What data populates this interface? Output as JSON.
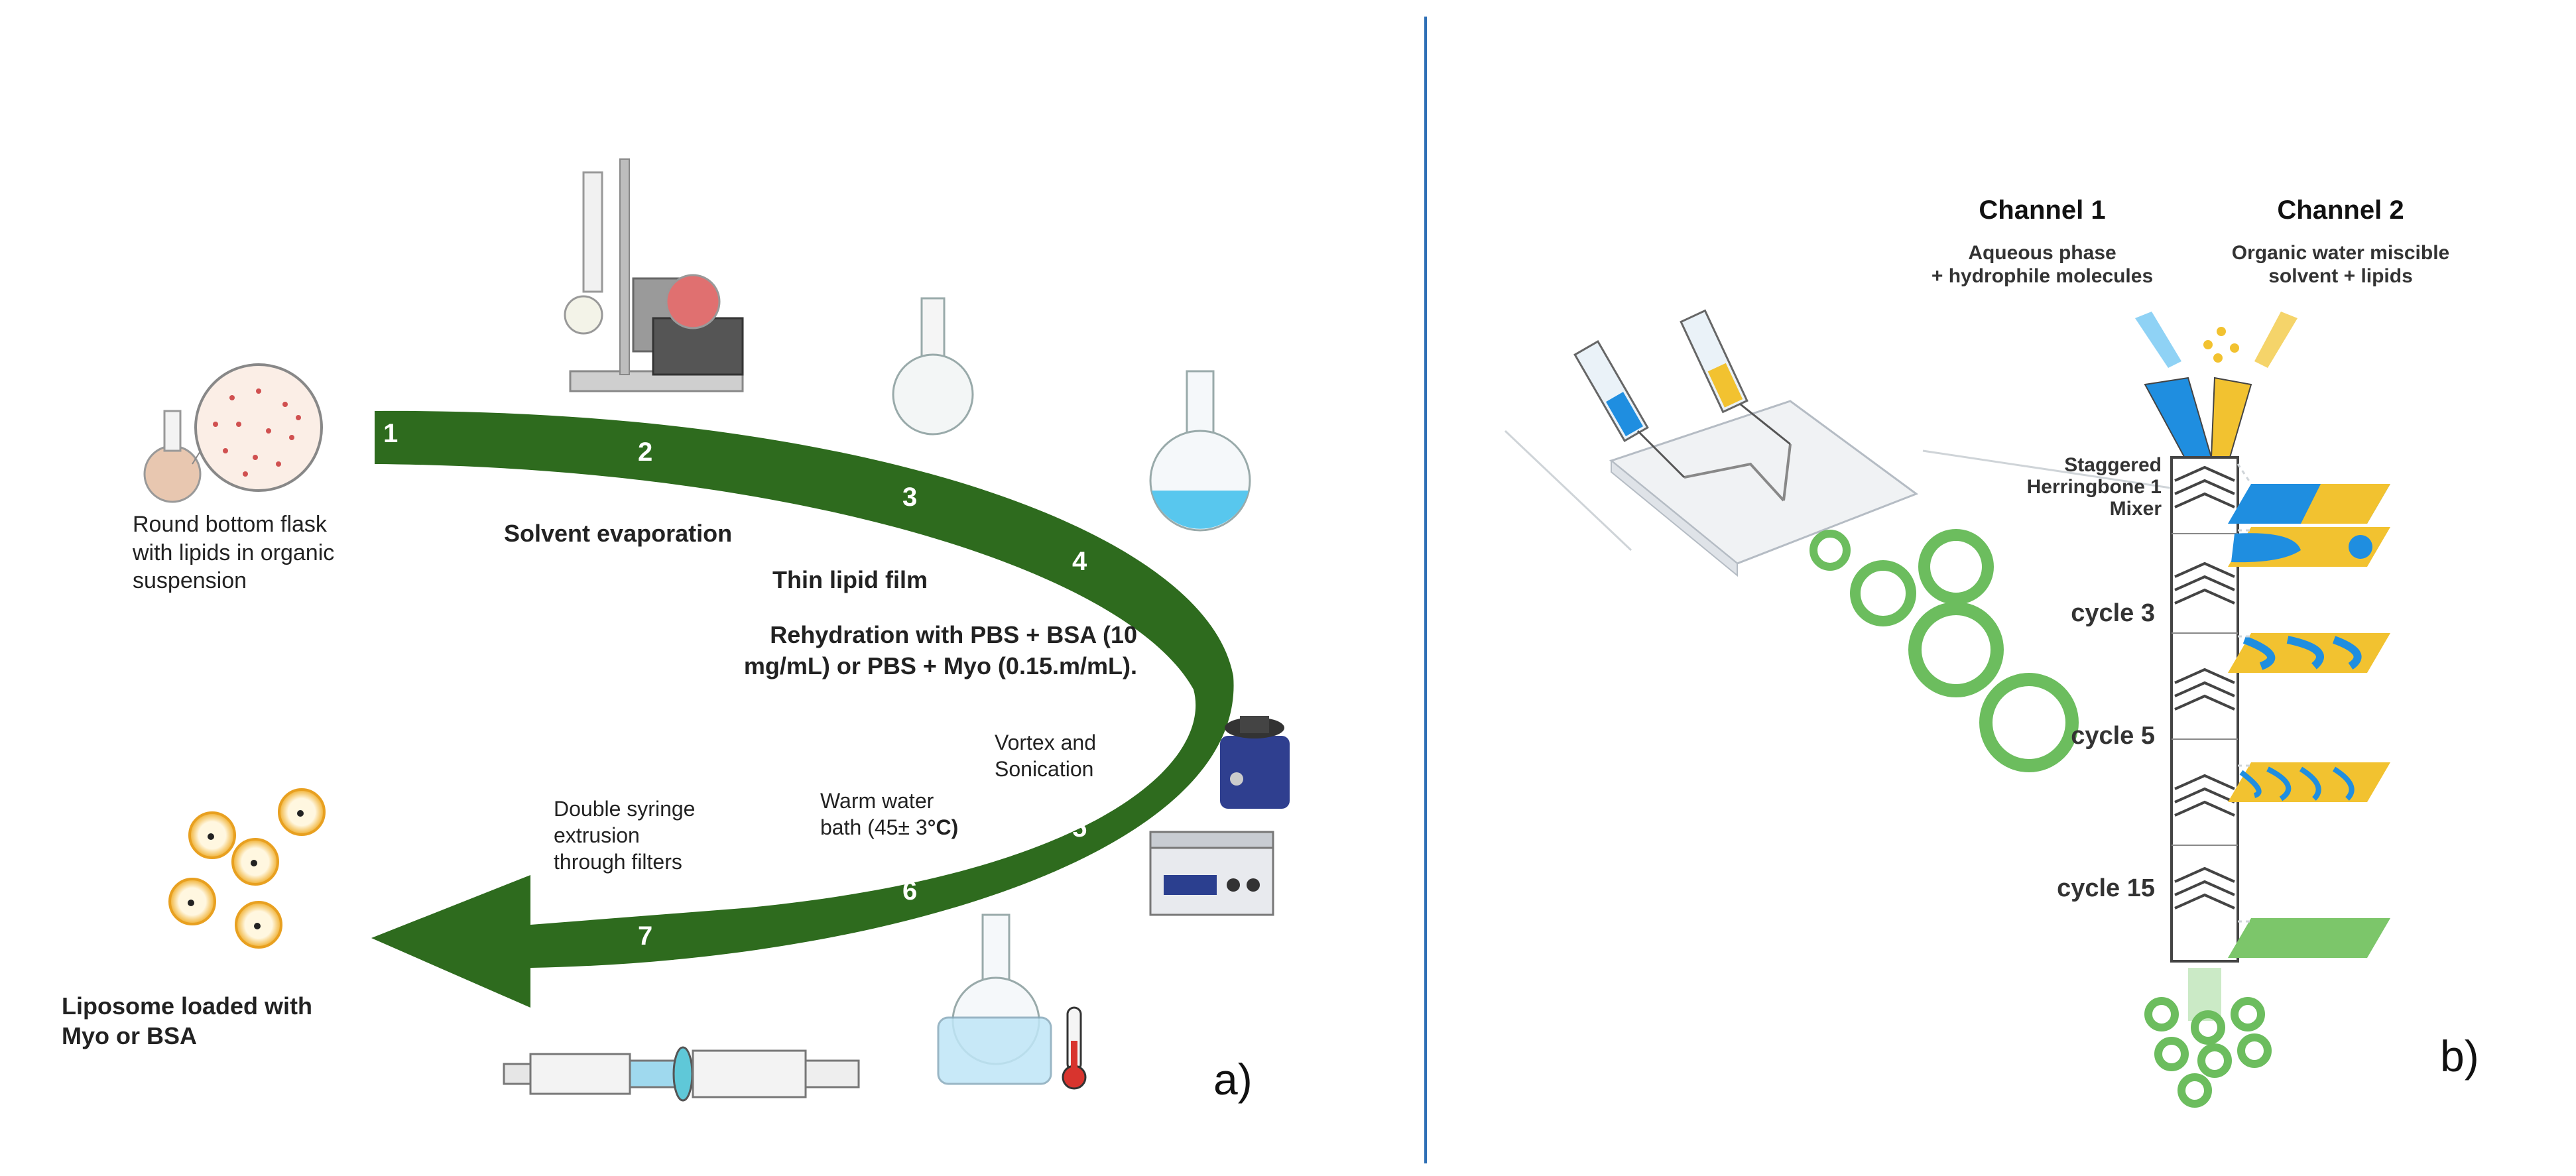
{
  "panel_a": {
    "panel_label": "a)",
    "steps": [
      "1",
      "2",
      "3",
      "4",
      "5",
      "6",
      "7"
    ],
    "flask_label": "Round bottom flask\nwith lipids in organic\nsuspension",
    "solvent_evaporation": "Solvent evaporation",
    "thin_lipid_film": "Thin lipid film",
    "rehydration": "Rehydration with PBS + BSA (10\nmg/mL) or PBS + Myo (0.15.m/mL).",
    "vortex": "Vortex and\nSonication",
    "warm_bath_text": "Warm water\nbath (45± 3",
    "warm_bath_unit": "°C)",
    "extrusion": "Double syringe\nextrusion\nthrough filters",
    "liposome": "Liposome loaded with\nMyo or BSA"
  },
  "panel_b": {
    "panel_label": "b)",
    "channel1_title": "Channel 1",
    "channel1_sub": "Aqueous phase\n+ hydrophile molecules",
    "channel2_title": "Channel 2",
    "channel2_sub": "Organic water miscible\nsolvent + lipids",
    "mixer_label": "Staggered\nHerringbone 1\nMixer",
    "cycle3": "cycle 3",
    "cycle5": "cycle 5",
    "cycle15": "cycle 15"
  },
  "colors": {
    "arrow_green": "#2e6b1e",
    "divider_blue": "#2e6fb5",
    "aqueous_blue": "#1f8ee0",
    "organic_yellow": "#f2c230",
    "mixed_green": "#7cc66a",
    "liposome_orange": "#f0b030"
  }
}
